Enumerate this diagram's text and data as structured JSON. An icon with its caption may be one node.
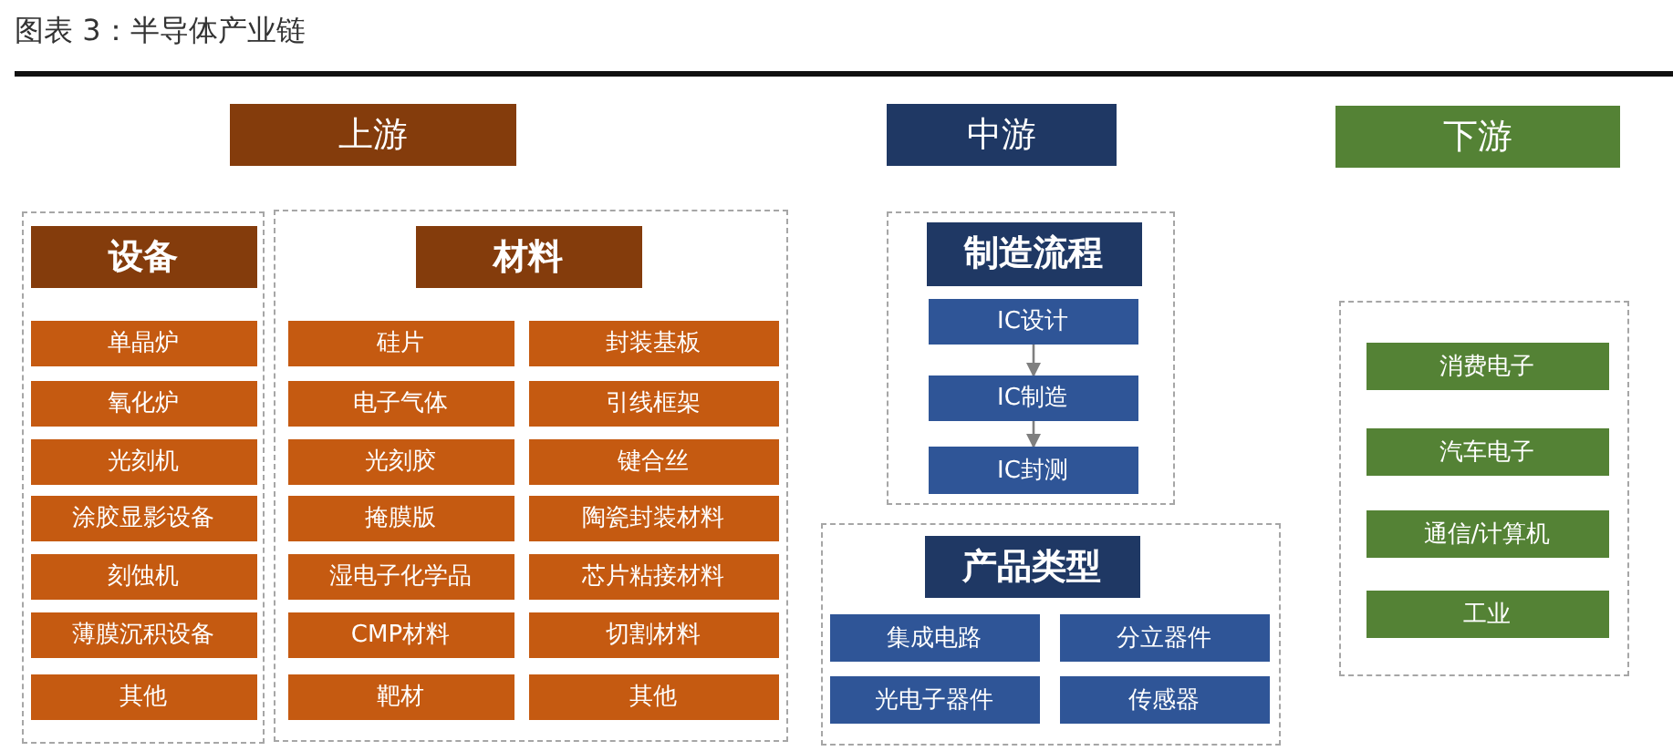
{
  "diagram": {
    "title": "图表 3：半导体产业链",
    "nodes": [
      {
        "text": [
          "上游"
        ]
      },
      {
        "text": [
          "中游"
        ]
      },
      {
        "text": [
          "下游"
        ]
      },
      {
        "text": [],
        "shape": "box"
      },
      {
        "text": [
          "设备"
        ],
        "in": 3
      },
      {
        "text": [
          "单晶炉"
        ],
        "in": 3
      },
      {
        "text": [
          "氧化炉"
        ],
        "in": 3
      },
      {
        "text": [
          "光刻机"
        ],
        "in": 3
      },
      {
        "text": [
          "涂胶显影设备"
        ],
        "in": 3
      },
      {
        "text": [
          "刻蚀机"
        ],
        "in": 3
      },
      {
        "text": [
          "薄膜沉积设备"
        ],
        "in": 3
      },
      {
        "text": [
          "其他"
        ],
        "in": 3
      },
      {
        "text": [],
        "shape": "box"
      },
      {
        "text": [
          "材料"
        ],
        "in": 12
      },
      {
        "text": [
          "硅片"
        ],
        "in": 12
      },
      {
        "text": [
          "封装基板"
        ],
        "in": 12
      },
      {
        "text": [
          "电子气体"
        ],
        "in": 12
      },
      {
        "text": [
          "引线框架"
        ],
        "in": 12
      },
      {
        "text": [
          "光刻胶"
        ],
        "in": 12
      },
      {
        "text": [
          "键合丝"
        ],
        "in": 12
      },
      {
        "text": [
          "掩膜版"
        ],
        "in": 12
      },
      {
        "text": [
          "陶瓷封装材料"
        ],
        "in": 12
      },
      {
        "text": [
          "湿电子化学品"
        ],
        "in": 12
      },
      {
        "text": [
          "芯片粘接材料"
        ],
        "in": 12
      },
      {
        "text": [
          "CMP材料"
        ],
        "in": 12
      },
      {
        "text": [
          "切割材料"
        ],
        "in": 12
      },
      {
        "text": [
          "靶材"
        ],
        "in": 12
      },
      {
        "text": [
          "其他"
        ],
        "in": 12
      },
      {
        "text": [],
        "shape": "box"
      },
      {
        "text": [
          "制造流程"
        ],
        "in": 28
      },
      {
        "text": [
          "IC设计"
        ],
        "in": 28
      },
      {
        "text": [
          "IC制造"
        ],
        "in": 28
      },
      {
        "text": [
          "IC封测"
        ],
        "in": 28
      },
      {
        "text": [],
        "shape": "box"
      },
      {
        "text": [
          "产品类型"
        ],
        "in": 33
      },
      {
        "text": [
          "集成电路"
        ],
        "in": 33
      },
      {
        "text": [
          "分立器件"
        ],
        "in": 33
      },
      {
        "text": [
          "光电子器件"
        ],
        "in": 33
      },
      {
        "text": [
          "传感器"
        ],
        "in": 33
      },
      {
        "text": [],
        "shape": "box"
      },
      {
        "text": [
          "消费电子"
        ],
        "in": 39
      },
      {
        "text": [
          "汽车电子"
        ],
        "in": 39
      },
      {
        "text": [
          "通信/计算机"
        ],
        "in": 39
      },
      {
        "text": [
          "工业"
        ],
        "in": 39
      }
    ],
    "edges": [
      {
        "from": 30,
        "to": 31,
        "arrow": "to"
      },
      {
        "from": 31,
        "to": 32,
        "arrow": "to"
      }
    ]
  }
}
